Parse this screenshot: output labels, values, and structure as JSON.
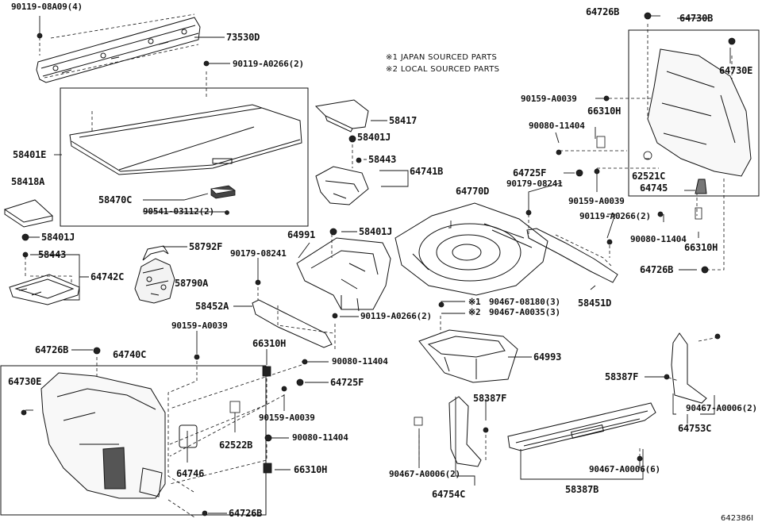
{
  "notes": [
    "※1  JAPAN SOURCED PARTS",
    "※2  LOCAL SOURCED PARTS"
  ],
  "figure_id": "642386I",
  "callouts": {
    "c01": "90119-08A09(4)",
    "c02": "73530D",
    "c03": "90119-A0266(2)",
    "c04": "58401E",
    "c05": "58418A",
    "c06": "58470C",
    "c07": "90541-03112(2)",
    "c08": "58401J",
    "c09": "58443",
    "c10": "64742C",
    "c11": "58792F",
    "c12": "58790A",
    "c13": "58417",
    "c14": "58401J",
    "c15": "58443",
    "c16": "64741B",
    "c17": "64770D",
    "c18": "64991",
    "c19": "58401J",
    "c20": "90179-08241",
    "c21": "58452A",
    "c22": "90119-A0266(2)",
    "c23": "90467-08180(3)",
    "c24": "90467-A0035(3)",
    "c25": "90159-A0039",
    "c26": "64726B",
    "c27": "64740C",
    "c28": "66310H",
    "c29": "90080-11404",
    "c30": "64730E",
    "c31": "64725F",
    "c32": "90159-A0039",
    "c33": "62522B",
    "c34": "90080-11404",
    "c35": "64746",
    "c36": "66310H",
    "c37": "64726B",
    "c38": "64993",
    "c39": "58387F",
    "c40": "90467-A0006(2)",
    "c41": "64754C",
    "c42": "58387B",
    "c43": "90467-A0006(6)",
    "c44": "58387F",
    "c45": "90467-A0006(2)",
    "c46": "64753C",
    "c47": "64726B",
    "c48": "64730B",
    "c49": "64730E",
    "c50": "90159-A0039",
    "c51": "66310H",
    "c52": "90080-11404",
    "c53": "64725F",
    "c54": "90179-08241",
    "c55": "62521C",
    "c56": "64745",
    "c57": "90159-A0039",
    "c58": "90119-A0266(2)",
    "c59": "90080-11404",
    "c60": "66310H",
    "c61": "64726B",
    "c62": "58451D"
  },
  "markers": {
    "m1": "※1",
    "m2": "※2"
  }
}
